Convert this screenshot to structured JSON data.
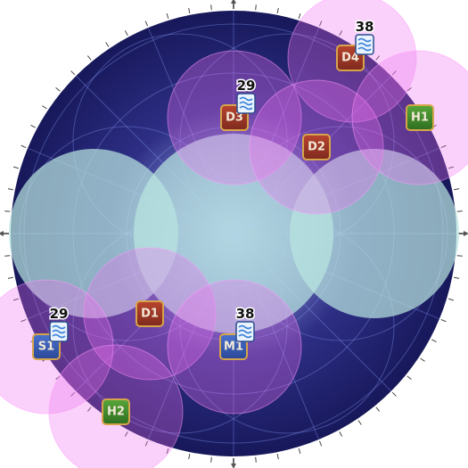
{
  "map": {
    "colors": {
      "background": "#ffffff",
      "field_dark": "#1c1d63",
      "field_mid": "#3a3b9a",
      "ring": "#2b2b6e",
      "zone_teal": "#a9d6d6",
      "zone_pink": "#f06ff0",
      "badge_red": "#9a3526",
      "badge_green": "#3f8a2c",
      "badge_blue": "#3558b3",
      "badge_border": "#d6a44a",
      "water_icon": "#3b82d6"
    },
    "markers": [
      {
        "id": "d4",
        "label": "D4",
        "kind": "red"
      },
      {
        "id": "d3",
        "label": "D3",
        "kind": "red"
      },
      {
        "id": "d2",
        "label": "D2",
        "kind": "red"
      },
      {
        "id": "d1",
        "label": "D1",
        "kind": "red"
      },
      {
        "id": "h1",
        "label": "H1",
        "kind": "green"
      },
      {
        "id": "h2",
        "label": "H2",
        "kind": "green"
      },
      {
        "id": "s1",
        "label": "S1",
        "kind": "blue"
      },
      {
        "id": "m1",
        "label": "M1",
        "kind": "blue"
      }
    ],
    "resources": [
      {
        "id": "water-d4",
        "count": "38",
        "icon": "water-icon"
      },
      {
        "id": "water-d3",
        "count": "29",
        "icon": "water-icon"
      },
      {
        "id": "water-s1",
        "count": "29",
        "icon": "water-icon"
      },
      {
        "id": "water-m1",
        "count": "38",
        "icon": "water-icon"
      }
    ]
  }
}
